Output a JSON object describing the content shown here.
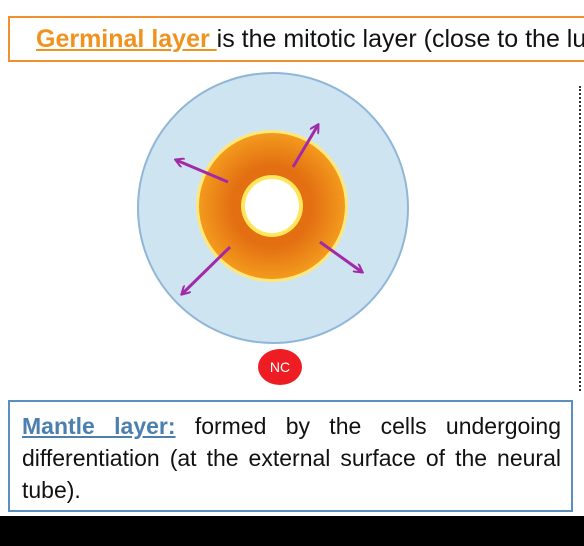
{
  "top_note": {
    "term": "Germinal layer ",
    "text": "is the mitotic layer (close to the lumen)."
  },
  "diagram": {
    "nc_label": "NC",
    "colors": {
      "outer_layer": "#cfe4f1",
      "outer_border": "#8fb6d6",
      "germinal_layer": "#f39a1d",
      "germinal_inner": "#e36f12",
      "lumen_rim": "#ffe65a",
      "lumen": "#ffffff",
      "arrows": "#a22aa8",
      "neural_crest": "#ee1d23"
    },
    "icons": [
      "arrow-up-right-icon",
      "arrow-up-left-icon",
      "arrow-down-left-icon",
      "arrow-down-right-icon"
    ]
  },
  "bottom_note": {
    "term": "Mantle layer:",
    "text": " formed by the cells undergoing differentiation (at the external surface of the neural tube)."
  }
}
